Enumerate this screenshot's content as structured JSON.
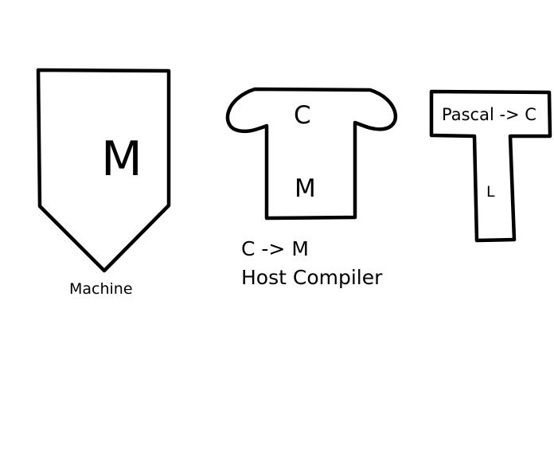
{
  "machine": {
    "symbol": "M",
    "caption": "Machine"
  },
  "host_compiler": {
    "source": "C",
    "target": "M",
    "caption_line1": "C -> M",
    "caption_line2": "Host Compiler"
  },
  "pascal_compiler": {
    "translation": "Pascal -> C",
    "implementation": "L"
  },
  "colors": {
    "stroke": "#000000",
    "background": "#ffffff"
  }
}
